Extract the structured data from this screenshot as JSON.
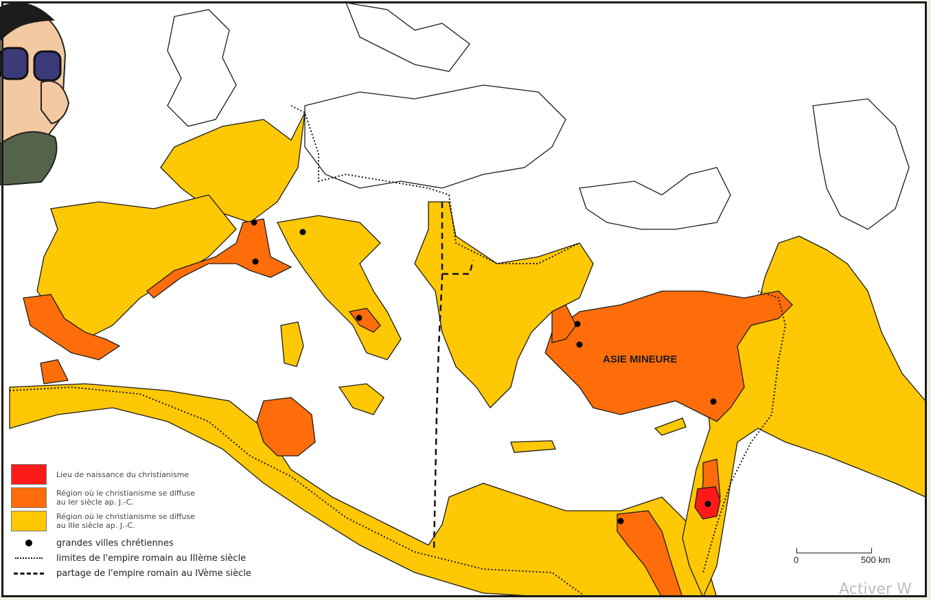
{
  "map": {
    "region_label": "ASIE MINEURE",
    "colors": {
      "birthplace": "#ff1a1a",
      "first_century": "#ff6d0a",
      "third_century": "#ffc805",
      "land": "#ffffff",
      "outline": "#1a1a1a"
    }
  },
  "legend": {
    "swatches": [
      {
        "text": "Lieu de naissance du christianisme",
        "color": "#ff1a1a"
      },
      {
        "text": "Région où le christianisme se diffuse au Ier siècle ap. J.-C.",
        "color": "#ff6d0a"
      },
      {
        "text": "Région où le christianisme se diffuse au IIIe siècle ap. J.-C.",
        "color": "#ffc805"
      }
    ],
    "symbols": {
      "cities": "grandes villes chrétiennes",
      "limits": "limites de l'empire romain au IIIème siècle",
      "partition": "partage de l'empire romain au IVème siècle"
    }
  },
  "scale": {
    "zero": "0",
    "max": "500 km"
  },
  "watermark": "Activer W",
  "icons": {
    "avatar": "cartoon-avatar-with-sunglasses-icon"
  }
}
